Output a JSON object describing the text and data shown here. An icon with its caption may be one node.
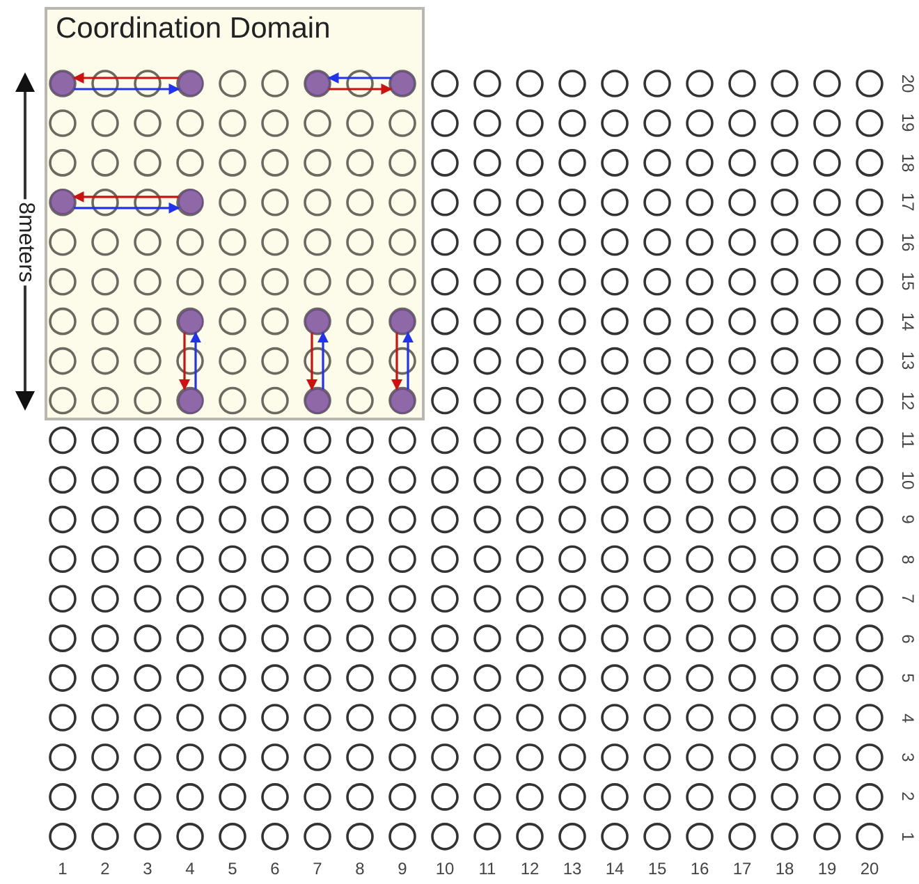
{
  "diagram": {
    "nodes": [
      {
        "text": [
          "Coordination Domain"
        ]
      },
      {
        "text": [],
        "shape": "circle",
        "in": 0
      },
      {
        "text": [],
        "shape": "circle",
        "in": 0
      },
      {
        "text": [],
        "shape": "circle",
        "in": 0
      },
      {
        "text": [],
        "shape": "circle",
        "in": 0
      },
      {
        "text": [],
        "shape": "circle",
        "in": 0
      },
      {
        "text": [],
        "shape": "circle",
        "in": 0
      },
      {
        "text": [],
        "shape": "circle",
        "in": 0
      },
      {
        "text": [],
        "shape": "circle",
        "in": 0
      },
      {
        "text": [],
        "shape": "circle",
        "in": 0
      },
      {
        "text": [],
        "shape": "circle",
        "in": 0
      },
      {
        "text": [],
        "shape": "circle",
        "in": 0
      },
      {
        "text": [],
        "shape": "circle",
        "in": 0
      }
    ],
    "edges": [
      {
        "from": 2,
        "to": 1,
        "arrow": "to",
        "color": "#cc1111"
      },
      {
        "from": 1,
        "to": 2,
        "arrow": "to",
        "color": "#2233ee"
      },
      {
        "from": 4,
        "to": 3,
        "arrow": "to",
        "color": "#2233ee"
      },
      {
        "from": 3,
        "to": 4,
        "arrow": "to",
        "color": "#cc1111"
      },
      {
        "from": 6,
        "to": 5,
        "arrow": "to",
        "color": "#cc1111"
      },
      {
        "from": 5,
        "to": 6,
        "arrow": "to",
        "color": "#2233ee"
      },
      {
        "from": 7,
        "to": 10,
        "arrow": "to",
        "color": "#cc1111"
      },
      {
        "from": 10,
        "to": 7,
        "arrow": "to",
        "color": "#2233ee"
      },
      {
        "from": 8,
        "to": 11,
        "arrow": "to",
        "color": "#cc1111"
      },
      {
        "from": 11,
        "to": 8,
        "arrow": "to",
        "color": "#2233ee"
      },
      {
        "from": 9,
        "to": 12,
        "arrow": "to",
        "color": "#cc1111"
      },
      {
        "from": 12,
        "to": 9,
        "arrow": "to",
        "color": "#2233ee"
      }
    ],
    "labels": [
      "8meters",
      "20",
      "19",
      "18",
      "17",
      "16",
      "15",
      "14",
      "13",
      "12",
      "11",
      "10",
      "9",
      "8",
      "7",
      "6",
      "5",
      "4",
      "3",
      "2",
      "1",
      "1",
      "2",
      "3",
      "4",
      "5",
      "6",
      "7",
      "8",
      "9",
      "10",
      "11",
      "12",
      "13",
      "14",
      "15",
      "16",
      "17",
      "18",
      "19",
      "20"
    ]
  }
}
